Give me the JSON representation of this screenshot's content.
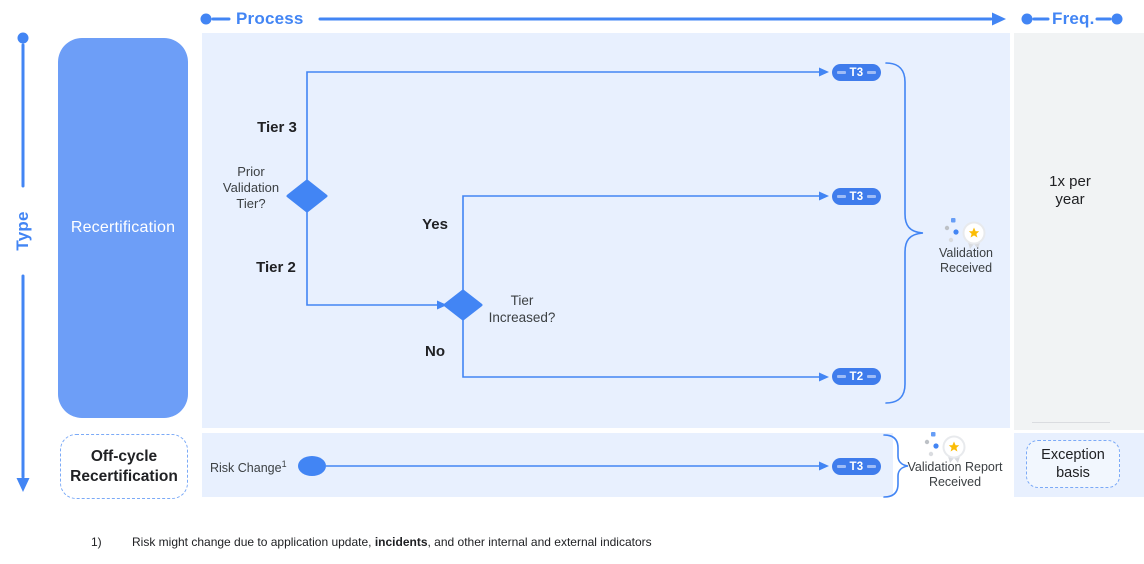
{
  "axes": {
    "process": "Process",
    "freq": "Freq.",
    "type": "Type"
  },
  "recertification_row": {
    "type_label": "Recertification",
    "frequency": "1x per year"
  },
  "off_cycle_row": {
    "type_label": "Off-cycle Recertification",
    "frequency": "Exception basis"
  },
  "flow": {
    "decision_prior": "Prior Validation Tier?",
    "tier3_branch": "Tier 3",
    "tier2_branch": "Tier 2",
    "yes": "Yes",
    "no": "No",
    "decision_increased": "Tier Increased?",
    "pill_top": "T3",
    "pill_middle": "T3",
    "pill_bottom": "T2",
    "validation_received": "Validation Received"
  },
  "off_cycle_flow": {
    "risk_change": "Risk Change",
    "risk_change_ref": "1",
    "pill": "T3",
    "validation_report_received": "Validation Report Received"
  },
  "footnote": {
    "marker": "1)",
    "text_before": "Risk might change due to application update, ",
    "text_bold": "incidents",
    "text_after": ", and other internal and external indicators"
  },
  "colors": {
    "accent": "#4285F4",
    "panel_blue": "#E8F0FE",
    "panel_gray": "#F1F3F4",
    "box_blue": "#6D9EF7",
    "star_yellow": "#FBBC04"
  }
}
